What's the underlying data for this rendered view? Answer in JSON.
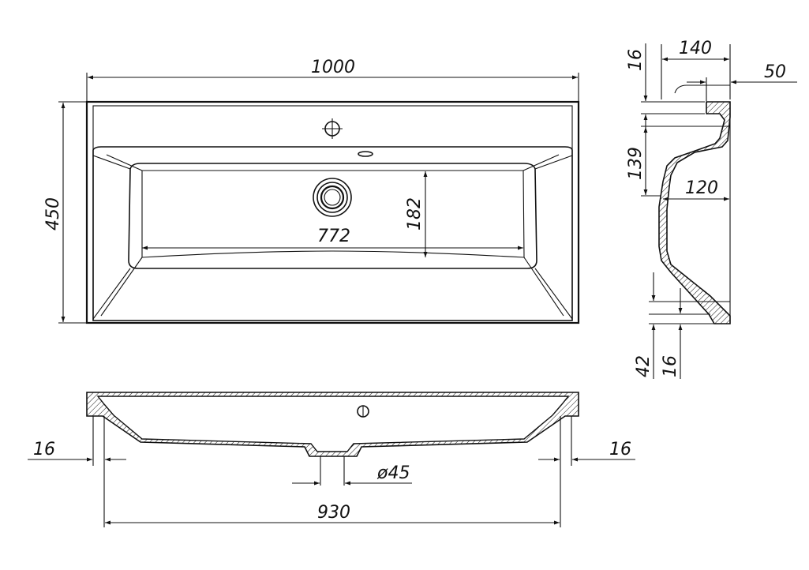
{
  "dimensions": {
    "top_width": "1000",
    "top_depth": "450",
    "bowl_width": "772",
    "bowl_depth": "182",
    "side_overall": "140",
    "side_rim": "50",
    "side_top_thickness": "16",
    "side_height": "139",
    "side_bowl": "120",
    "side_bottom_42": "42",
    "side_bottom_16": "16",
    "front_left_wall": "16",
    "front_right_wall": "16",
    "drain_diameter": "ø45",
    "front_inner_width": "930"
  },
  "colors": {
    "line": "#111111",
    "background": "#ffffff"
  }
}
